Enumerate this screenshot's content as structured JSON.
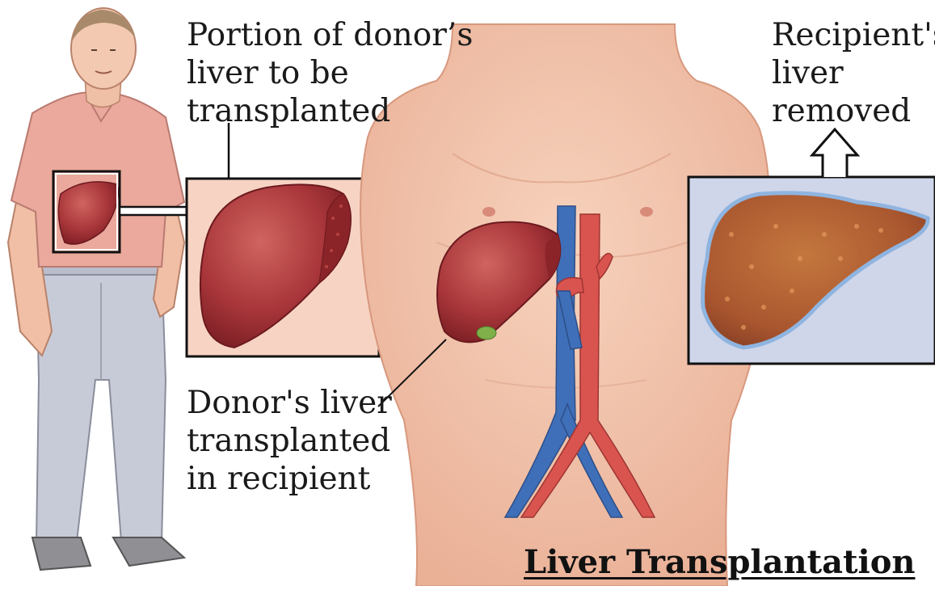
{
  "labels": {
    "donor_portion": [
      "Portion of donor’s",
      "liver to be",
      "transplanted"
    ],
    "recipient_removed": [
      "Recipient's",
      "liver",
      "removed"
    ],
    "donor_transplanted": [
      "Donor's liver",
      "transplanted",
      "in recipient"
    ]
  },
  "title": "Liver Transplantation",
  "colors": {
    "skin": "#f2c1a8",
    "liver": "#a8363a",
    "diseased_liver": "#b05a33",
    "vein": "#3f6fb8",
    "artery": "#d9544f",
    "inset_bg_donor": "#f7d3c3",
    "inset_bg_recipient": "#cfd6ea"
  }
}
